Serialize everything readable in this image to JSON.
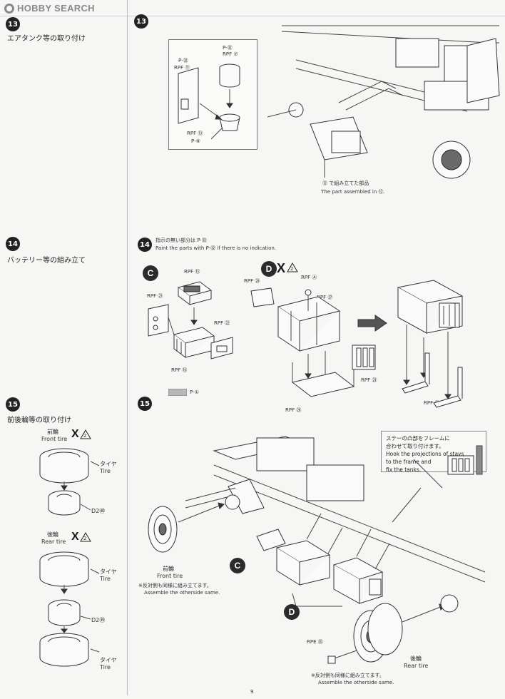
{
  "logo": {
    "text": "HOBBY SEARCH"
  },
  "page_number": "9",
  "left": {
    "step13": {
      "num": "13",
      "title": "エアタンク等の取り付け"
    },
    "step14": {
      "num": "14",
      "title": "バッテリー等の組み立て"
    },
    "step15": {
      "num": "15",
      "title": "前後輪等の取り付け",
      "front_jp": "前輪",
      "front_en": "Front tire",
      "x_mark": "X",
      "x_count": "2",
      "tire_jp": "タイヤ",
      "tire_en": "Tire",
      "front_wheel_part": "D2㊵",
      "rear_jp": "後輪",
      "rear_en": "Rear tire",
      "rear_x_mark": "X",
      "rear_x_count": "2",
      "rear_tire1_jp": "タイヤ",
      "rear_tire1_en": "Tire",
      "rear_wheel_part": "D2㊴",
      "rear_tire2_jp": "タイヤ",
      "rear_tire2_en": "Tire"
    }
  },
  "right": {
    "step13": {
      "num": "13",
      "labels": [
        "P-㉜",
        "RPF ⑦",
        "P-㉜",
        "RPF ⑪",
        "RPF ⑬",
        "P-⑧"
      ],
      "assembled_jp": "⑫ で組み立てた部品",
      "assembled_en": "The part assembled in ⑫."
    },
    "step14": {
      "num": "14",
      "note_jp": "指示の無い部分は P-㉜",
      "note_en": "Paint the parts with P-㉜ if there is no indication.",
      "c_mark": "C",
      "c_labels": [
        "RPF ⑮",
        "RPF ㉑",
        "RPF ㉒",
        "RPF ⑯"
      ],
      "swatch_label": "P-①",
      "d_mark": "D",
      "d_x": "X",
      "d_count": "2",
      "d_labels": [
        "RPF ㉔",
        "RPF Ⓐ",
        "RPF ㉗",
        "RPF ㉓",
        "RPF ㉖",
        "RPF ㉕"
      ]
    },
    "step15": {
      "num": "15",
      "note_jp1": "ステーの凸部をフレームに",
      "note_jp2": "合わせて取り付けます。",
      "note_en1": "Hook the projections of stays",
      "note_en2": "to the frame and",
      "note_en3": "fix the tanks.",
      "front_jp": "前輪",
      "front_en": "Front tire",
      "front_note_jp": "※反対側も同様に組み立てます。",
      "front_note_en": "Assemble the otherside same.",
      "c_mark": "C",
      "d_mark": "D",
      "rpe_label": "RPE ㉟",
      "rear_jp": "後輪",
      "rear_en": "Rear tire",
      "rear_note_jp": "※反対側も同様に組み立てます。",
      "rear_note_en": "Assemble the otherside same."
    }
  }
}
